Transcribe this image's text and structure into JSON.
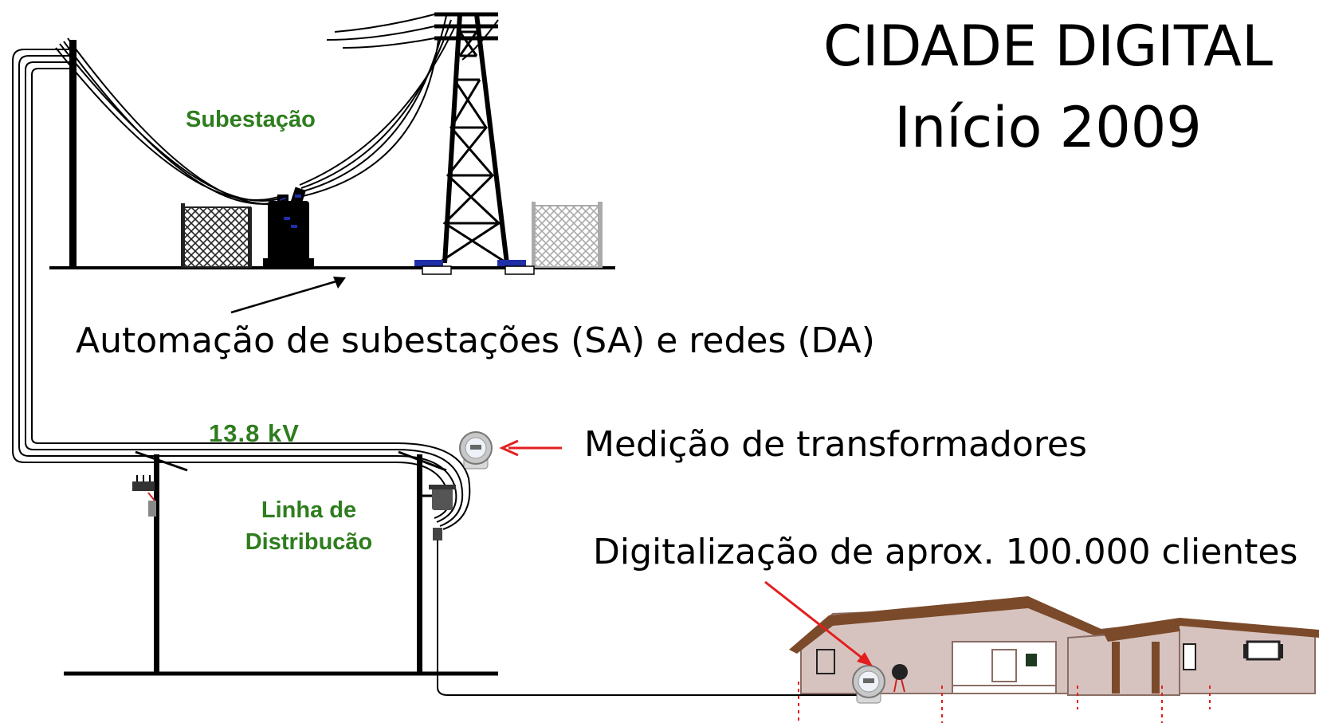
{
  "title": {
    "line1": "CIDADE DIGITAL",
    "line2": "Início 2009"
  },
  "labels": {
    "substation": "Subestação",
    "voltage": "13.8 kV",
    "line_dist_1": "Linha de",
    "line_dist_2": "Distribucão"
  },
  "captions": {
    "automation": "Automação de subestações (SA) e redes (DA)",
    "transformer_metering": "Medição de transformadores",
    "digitalization": "Digitalização de aprox. 100.000 clientes"
  },
  "colors": {
    "label_green": "#2e7d1e",
    "arrow_red": "#e41e1e",
    "house_wall": "#d6c3bf",
    "house_roof": "#7b4a2a",
    "insulator_blue": "#1f2fa8"
  }
}
